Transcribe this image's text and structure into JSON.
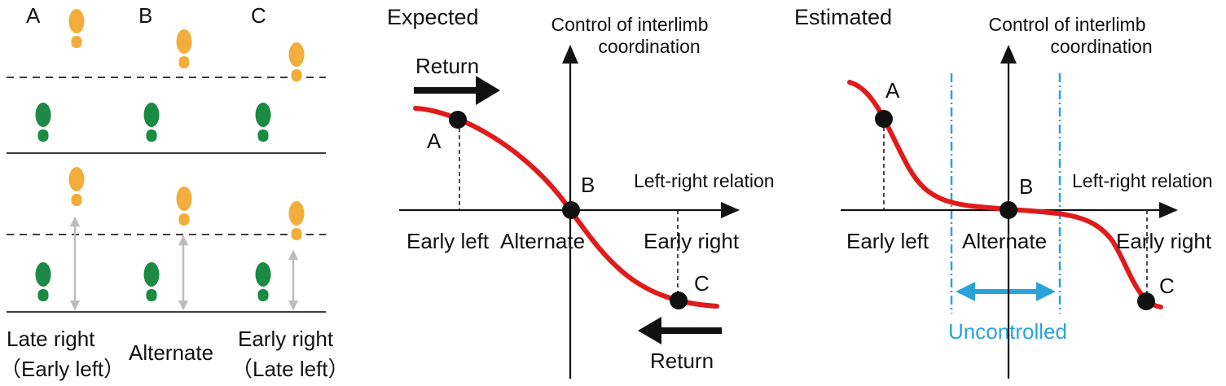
{
  "colors": {
    "right_foot": "#f2ae3d",
    "left_foot": "#1c8a45",
    "curve": "#e01b1b",
    "uncontrolled": "#2aa3db",
    "gap_arrow": "#bdbdbd"
  },
  "panel1": {
    "col_labels": [
      "A",
      "B",
      "C"
    ],
    "bottom_labels": {
      "a_line1": "Late right",
      "a_line2": "（Early left）",
      "b": "Alternate",
      "c_line1": "Early right",
      "c_line2": "（Late left）"
    }
  },
  "panel2": {
    "title": "Expected",
    "y_axis_label_line1": "Control of interlimb",
    "y_axis_label_line2": "coordination",
    "x_axis_label": "Left-right relation",
    "return_top": "Return",
    "return_bottom": "Return",
    "point_labels": {
      "a": "A",
      "b": "B",
      "c": "C"
    },
    "tick_labels": {
      "left": "Early left",
      "center": "Alternate",
      "right": "Early right"
    }
  },
  "panel3": {
    "title": "Estimated",
    "y_axis_label_line1": "Control of interlimb",
    "y_axis_label_line2": "coordination",
    "x_axis_label": "Left-right relation",
    "point_labels": {
      "a": "A",
      "b": "B",
      "c": "C"
    },
    "tick_labels": {
      "left": "Early left",
      "center": "Alternate",
      "right": "Early right"
    },
    "uncontrolled_label": "Uncontrolled"
  }
}
